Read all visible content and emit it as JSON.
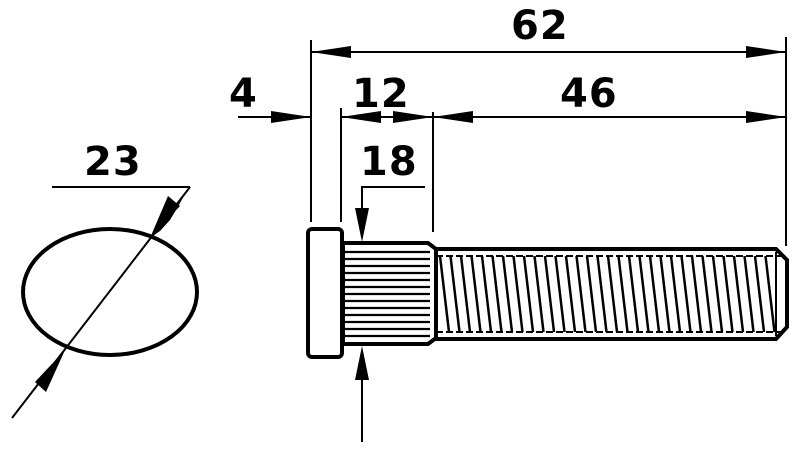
{
  "title": "Wheel stud dimension drawing",
  "colors": {
    "ink": "#000000",
    "paper": "#ffffff"
  },
  "units_implied": "mm",
  "dimensions": {
    "overall_length": "62",
    "head_thickness": "4",
    "knurl_length": "12",
    "thread_length": "46",
    "knurl_diameter": "18",
    "hole_diameter": "23"
  },
  "views": [
    {
      "name": "hole-end-view",
      "shape": "circle",
      "dimension_label": "23"
    },
    {
      "name": "stud-side-view",
      "sections": [
        "head",
        "knurled-shank",
        "threaded-shank"
      ]
    }
  ]
}
